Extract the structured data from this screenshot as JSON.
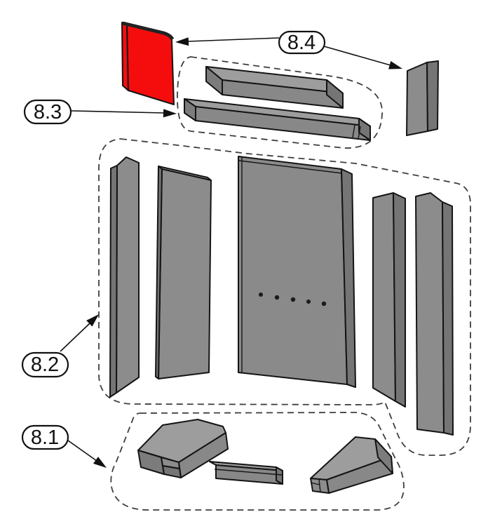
{
  "diagram": {
    "background": "#ffffff",
    "line_color": "#141414",
    "dash_color": "#3f3f3f",
    "highlight_color": "#f50d0d",
    "part_gray_main": "#8c8c8c",
    "part_gray_dark": "#757575",
    "part_gray_light": "#9d9d9d",
    "callouts": [
      {
        "label": "8.1",
        "points_to": "base-plate-group"
      },
      {
        "label": "8.2",
        "points_to": "side-lining-group"
      },
      {
        "label": "8.3",
        "points_to": "baffle-plate-group"
      },
      {
        "label": "8.4",
        "points_to": "side-panel-pair"
      }
    ],
    "highlighted_part": "left-side-panel-red",
    "back_panel_hole_count": 5
  }
}
